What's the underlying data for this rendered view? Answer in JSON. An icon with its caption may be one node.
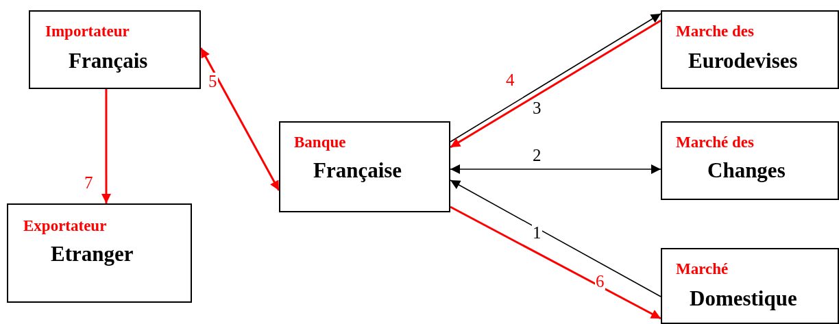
{
  "diagram": {
    "nodes": [
      {
        "text": [
          "Importateur",
          "Français"
        ]
      },
      {
        "text": [
          "Exportateur",
          "Etranger"
        ]
      },
      {
        "text": [
          "Banque",
          "Française"
        ]
      },
      {
        "text": [
          "Marche des",
          "Eurodevises"
        ]
      },
      {
        "text": [
          "Marché des",
          "Changes"
        ]
      },
      {
        "text": [
          "Marché",
          "Domestique"
        ]
      }
    ],
    "edges": [
      {
        "from": 0,
        "to": 1,
        "arrow": "to",
        "label": "7"
      },
      {
        "from": 0,
        "to": 2,
        "arrow": "both",
        "label": "5"
      },
      {
        "from": 2,
        "to": 3,
        "arrow": "to",
        "label": "3",
        "color": "#000000"
      },
      {
        "from": 3,
        "to": 2,
        "arrow": "to",
        "label": "4"
      },
      {
        "from": 2,
        "to": 4,
        "arrow": "both",
        "label": "2",
        "color": "#000000"
      },
      {
        "from": 5,
        "to": 2,
        "arrow": "to",
        "label": "1",
        "color": "#000000"
      },
      {
        "from": 2,
        "to": 5,
        "arrow": "to",
        "label": "6"
      }
    ]
  }
}
